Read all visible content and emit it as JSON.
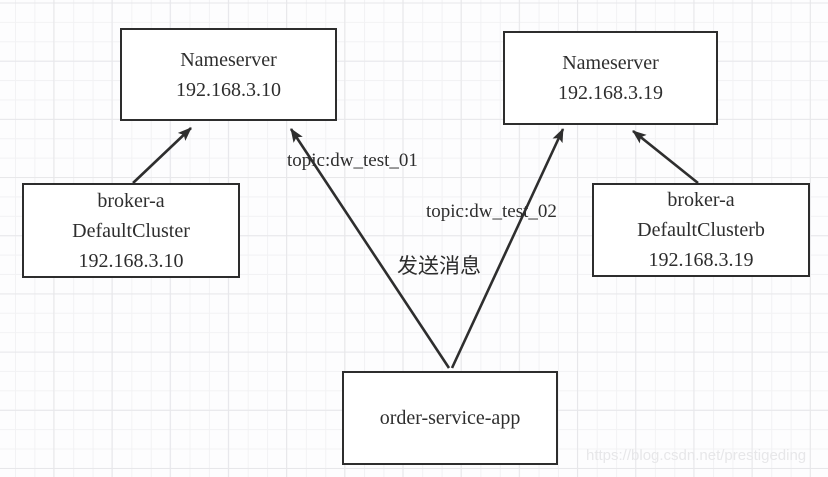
{
  "diagram": {
    "nodes": [
      {
        "id": "nameserver-1",
        "lines": [
          "Nameserver",
          "192.168.3.10"
        ]
      },
      {
        "id": "nameserver-2",
        "lines": [
          "Nameserver",
          "192.168.3.19"
        ]
      },
      {
        "id": "broker-a",
        "lines": [
          "broker-a",
          "DefaultCluster",
          "192.168.3.10"
        ]
      },
      {
        "id": "broker-b",
        "lines": [
          "broker-a",
          "DefaultClusterb",
          "192.168.3.19"
        ]
      },
      {
        "id": "order-service-app",
        "lines": [
          "order-service-app"
        ]
      }
    ],
    "edges": [
      {
        "from": "broker-a",
        "to": "nameserver-1",
        "label": ""
      },
      {
        "from": "order-service-app",
        "to": "nameserver-1",
        "label": "topic:dw_test_01"
      },
      {
        "from": "order-service-app",
        "to": "nameserver-2",
        "label": "topic:dw_test_02"
      },
      {
        "from": "broker-b",
        "to": "nameserver-2",
        "label": ""
      }
    ],
    "annotation": "发送消息",
    "watermark": "https://blog.csdn.net/prestigeding"
  },
  "colors": {
    "box-border": "#2d2d2d",
    "box-fill": "#ffffff",
    "text": "#2e2e2e",
    "arrow": "#2e2e2e",
    "grid-minor": "#f2f2f4",
    "grid-major": "#e7e7ea",
    "canvas-bg": "#fdfdfe",
    "watermark": "#e7e7e9"
  }
}
